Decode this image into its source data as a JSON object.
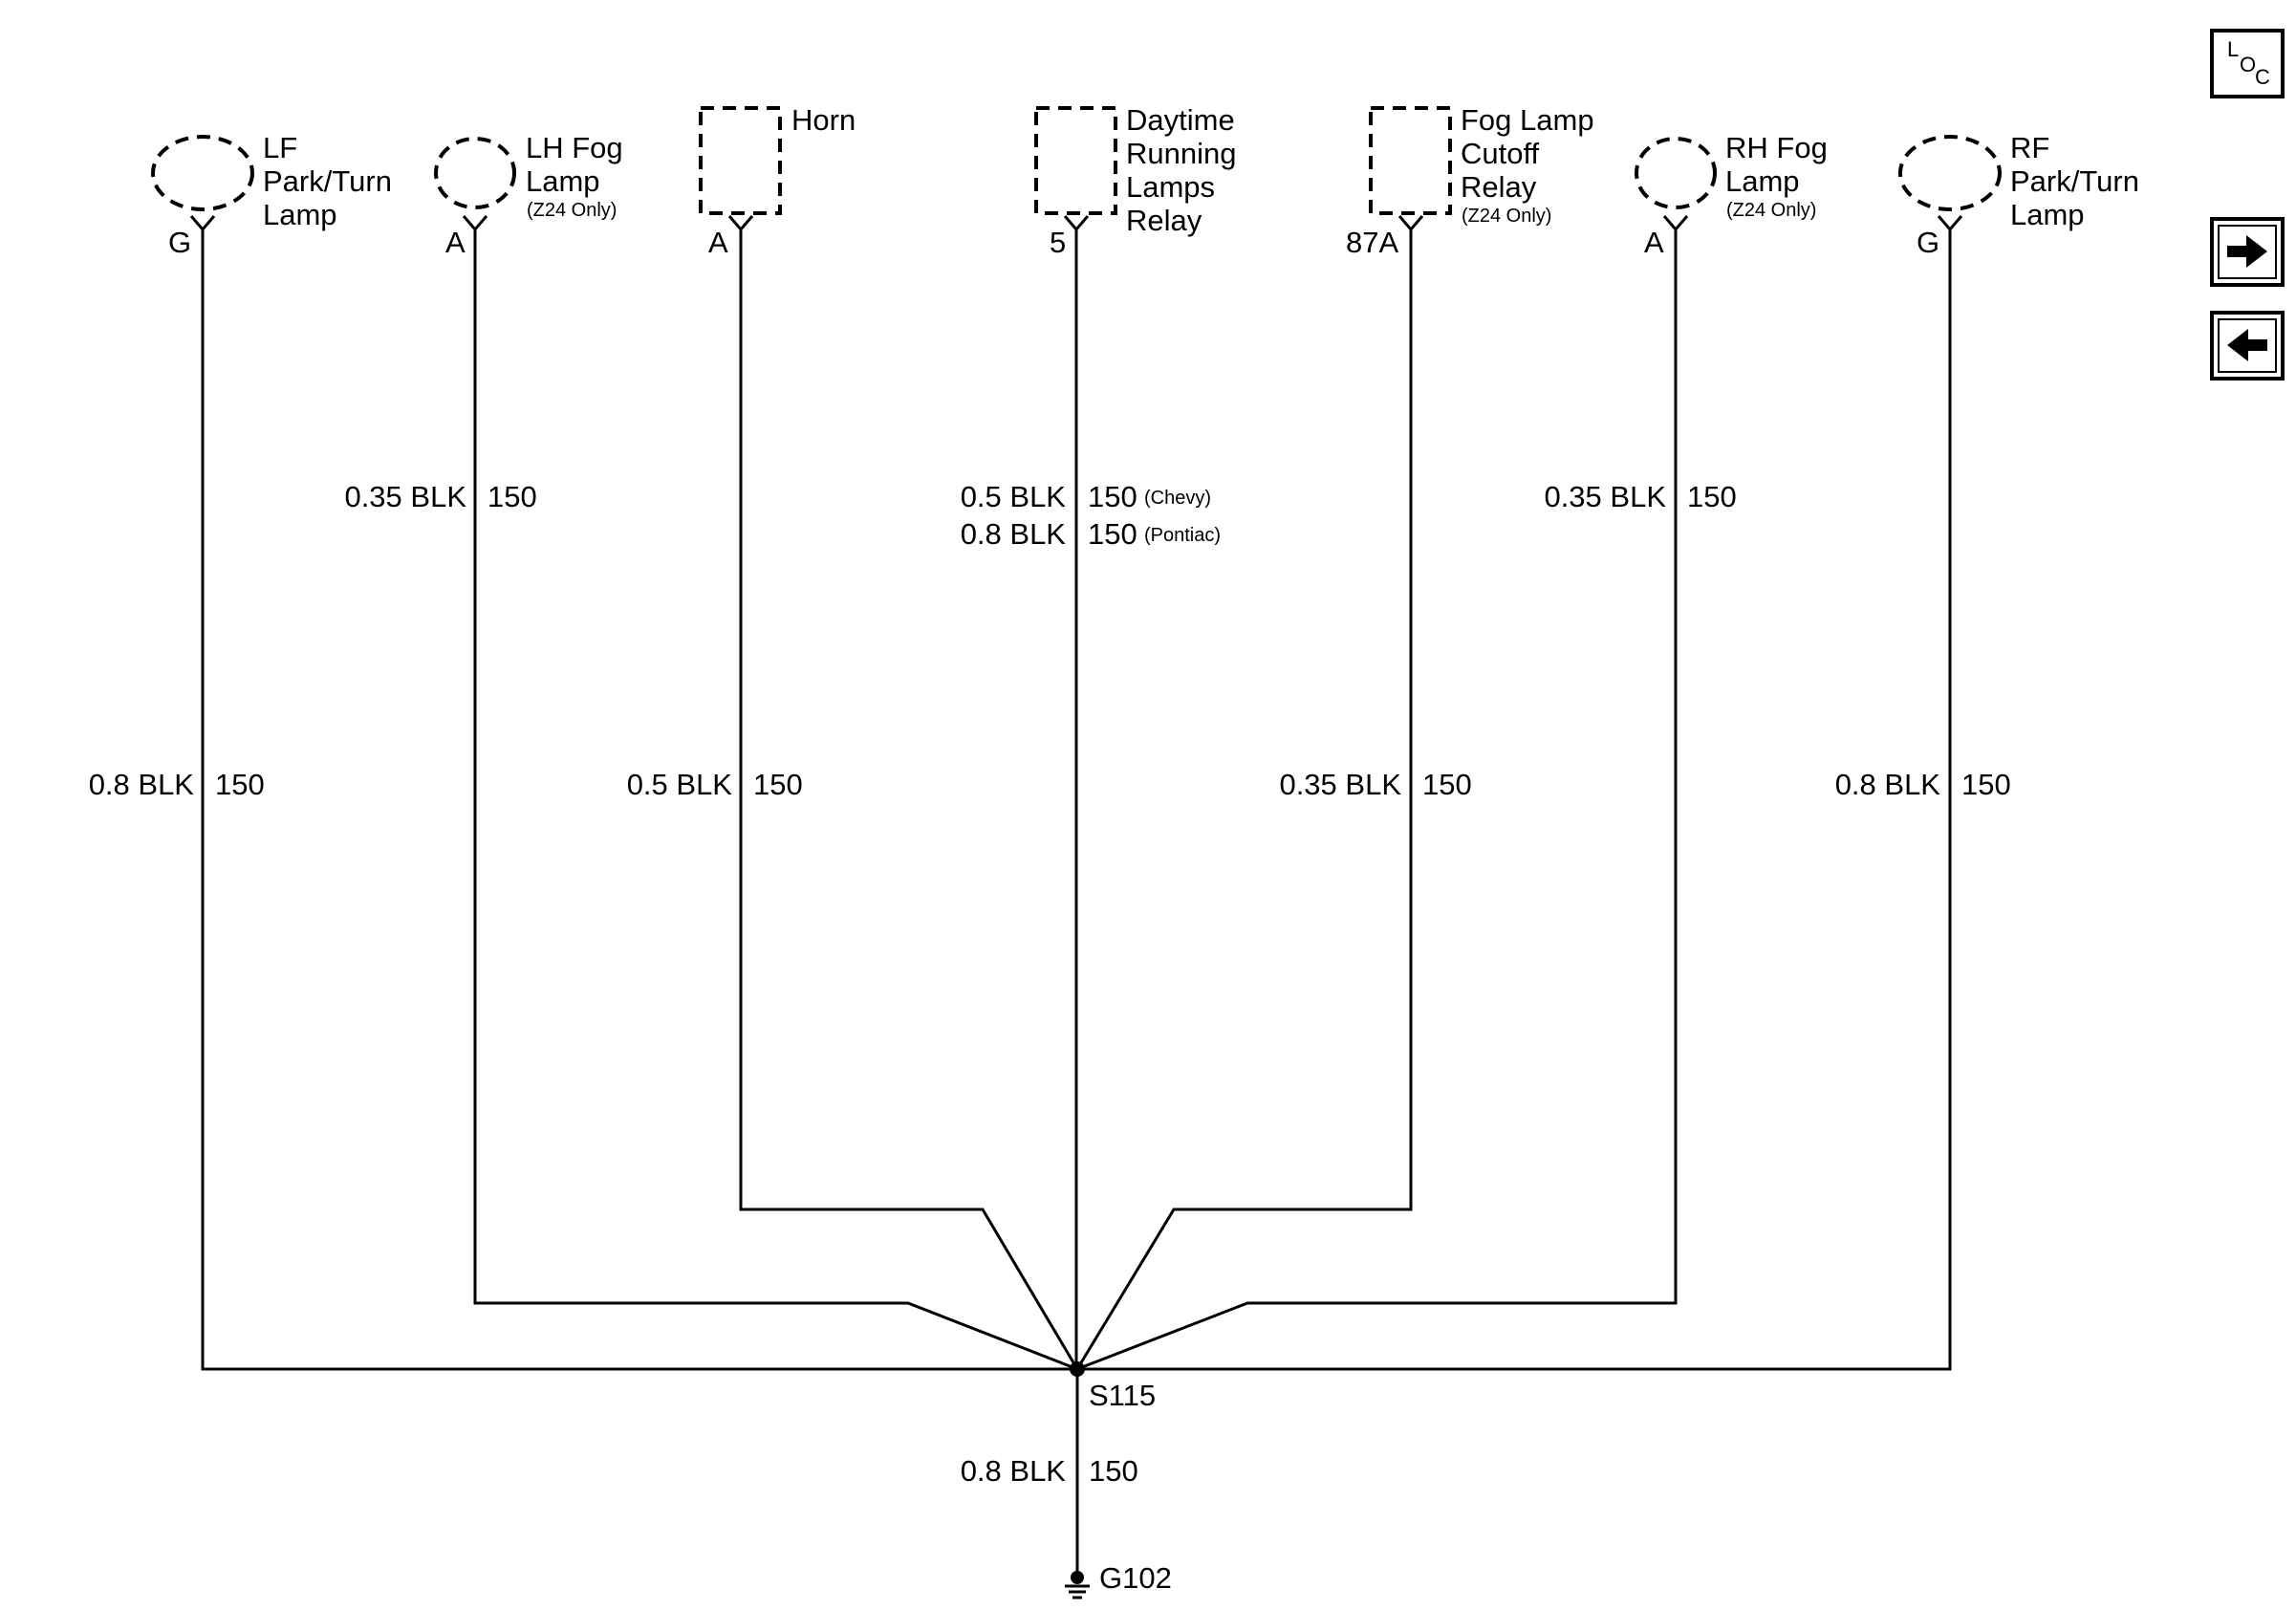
{
  "components": [
    {
      "lines": [
        "LF",
        "Park/Turn",
        "Lamp"
      ],
      "note": "",
      "pin": "G"
    },
    {
      "lines": [
        "LH Fog",
        "Lamp"
      ],
      "note": "(Z24 Only)",
      "pin": "A"
    },
    {
      "lines": [
        "Horn"
      ],
      "note": "",
      "pin": "A"
    },
    {
      "lines": [
        "Daytime",
        "Running",
        "Lamps",
        "Relay"
      ],
      "note": "",
      "pin": "5"
    },
    {
      "lines": [
        "Fog Lamp",
        "Cutoff",
        "Relay"
      ],
      "note": "(Z24 Only)",
      "pin": "87A"
    },
    {
      "lines": [
        "RH Fog",
        "Lamp"
      ],
      "note": "(Z24 Only)",
      "pin": "A"
    },
    {
      "lines": [
        "RF",
        "Park/Turn",
        "Lamp"
      ],
      "note": "",
      "pin": "G"
    }
  ],
  "wires": {
    "lf": {
      "size": "0.8 BLK",
      "circuit": "150"
    },
    "lh_fog": {
      "size": "0.35 BLK",
      "circuit": "150"
    },
    "horn": {
      "size": "0.5 BLK",
      "circuit": "150"
    },
    "drl_1": {
      "size": "0.5 BLK",
      "circuit": "150",
      "note": "(Chevy)"
    },
    "drl_2": {
      "size": "0.8 BLK",
      "circuit": "150",
      "note": "(Pontiac)"
    },
    "fog_relay": {
      "size": "0.35 BLK",
      "circuit": "150"
    },
    "rh_fog": {
      "size": "0.35 BLK",
      "circuit": "150"
    },
    "rf": {
      "size": "0.8 BLK",
      "circuit": "150"
    },
    "ground": {
      "size": "0.8 BLK",
      "circuit": "150"
    }
  },
  "splice": "S115",
  "ground": "G102",
  "nav": {
    "loc": {
      "l": "L",
      "o": "O",
      "c": "C"
    },
    "forward_icon": "arrow-right-icon",
    "back_icon": "arrow-left-icon"
  }
}
